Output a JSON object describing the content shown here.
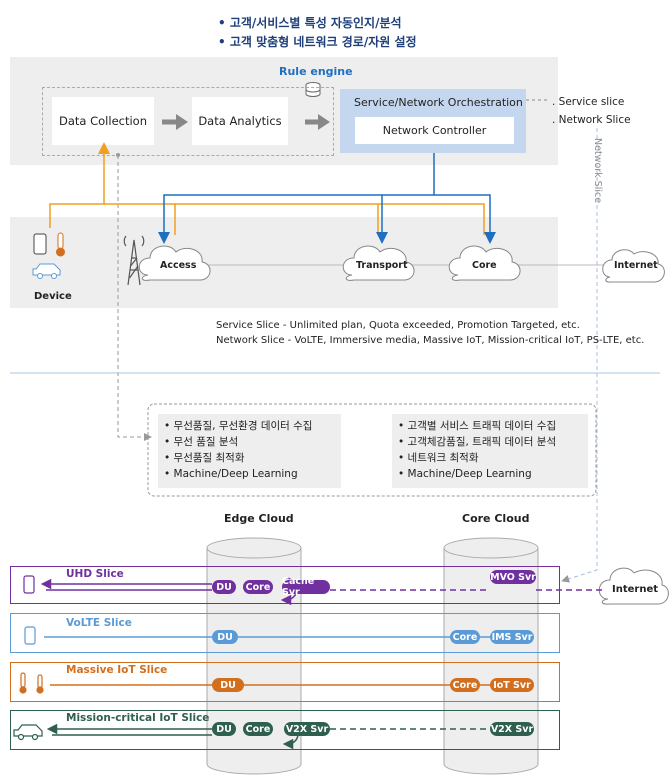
{
  "header": {
    "line1": "• 고객/서비스별 특성 자동인지/분석",
    "line2": "• 고객 맞춤형 네트워크 경로/자원 설정"
  },
  "top": {
    "rule_engine": "Rule engine",
    "data_collection": "Data Collection",
    "data_analytics": "Data Analytics",
    "orchestration": "Service/Network Orchestration",
    "network_controller": "Network Controller",
    "service_slice": ". Service slice",
    "network_slice": ". Network Slice",
    "network_slice_vertical": "Network Slice"
  },
  "network": {
    "device": "Device",
    "access": "Access",
    "transport": "Transport",
    "core": "Core",
    "internet": "Internet"
  },
  "notes": {
    "service_slice": "Service Slice - Unlimited plan, Quota exceeded, Promotion Targeted, etc.",
    "network_slice": "Network Slice - VoLTE, Immersive media, Massive IoT, Mission-critical IoT, PS-LTE, etc."
  },
  "features": {
    "edge": [
      "• 무선품질, 무선환경 데이터 수집",
      "• 무선 품질 분석",
      "• 무선품질 최적화",
      "• Machine/Deep Learning"
    ],
    "core": [
      "• 고객별 서비스 트래픽 데이터 수집",
      "• 고객체감품질, 트래픽 데이터 분석",
      "• 네트워크  최적화",
      "• Machine/Deep Learning"
    ]
  },
  "clouds": {
    "edge": "Edge Cloud",
    "core": "Core Cloud",
    "internet": "Internet"
  },
  "slices": {
    "uhd": {
      "title": "UHD Slice",
      "du": "DU",
      "core": "Core",
      "cache": "Cache Svr",
      "svr": "MVO Svr",
      "color": "#7030a0"
    },
    "volte": {
      "title": "VoLTE Slice",
      "du": "DU",
      "core": "Core",
      "svr": "IMS Svr",
      "color": "#5b9bd5"
    },
    "iot": {
      "title": "Massive IoT Slice",
      "du": "DU",
      "core": "Core",
      "svr": "IoT Svr",
      "color": "#d26f1e"
    },
    "mc": {
      "title": "Mission-critical IoT Slice",
      "du": "DU",
      "core": "Core",
      "svr": "V2X Svr",
      "svr_edge": "V2X Svr",
      "color": "#2f5f4f"
    }
  }
}
